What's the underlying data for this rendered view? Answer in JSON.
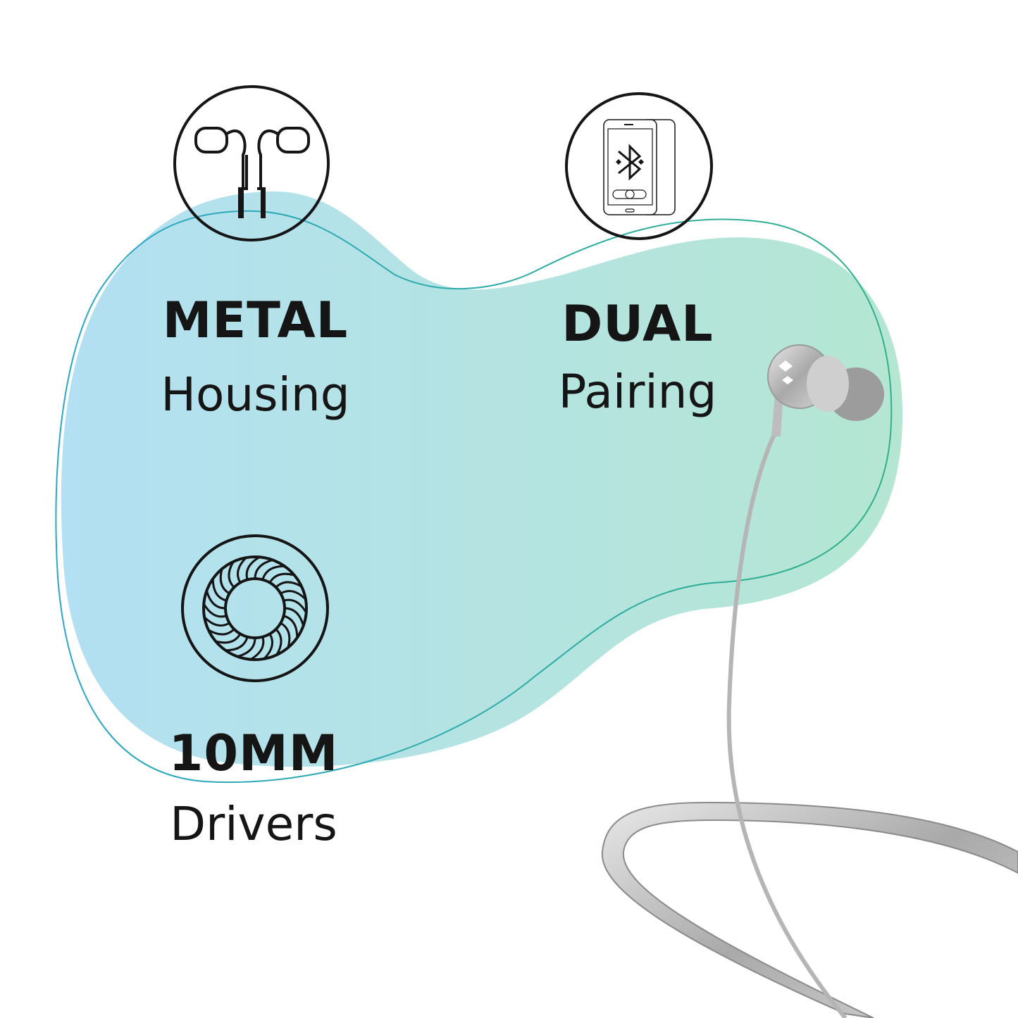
{
  "features": [
    {
      "title": "METAL",
      "subtitle": "Housing",
      "icon": "earphones-icon"
    },
    {
      "title": "DUAL",
      "subtitle": "Pairing",
      "icon": "dual-phone-bluetooth-icon"
    },
    {
      "title": "10MM",
      "subtitle": "Drivers",
      "icon": "driver-icon"
    }
  ],
  "colors": {
    "blob_left": "#b3e0f2",
    "blob_right": "#b4e6d2",
    "outline_left": "#2aa6c8",
    "outline_right": "#2fb08a",
    "text": "#151515",
    "product": "#b8b8b8"
  }
}
